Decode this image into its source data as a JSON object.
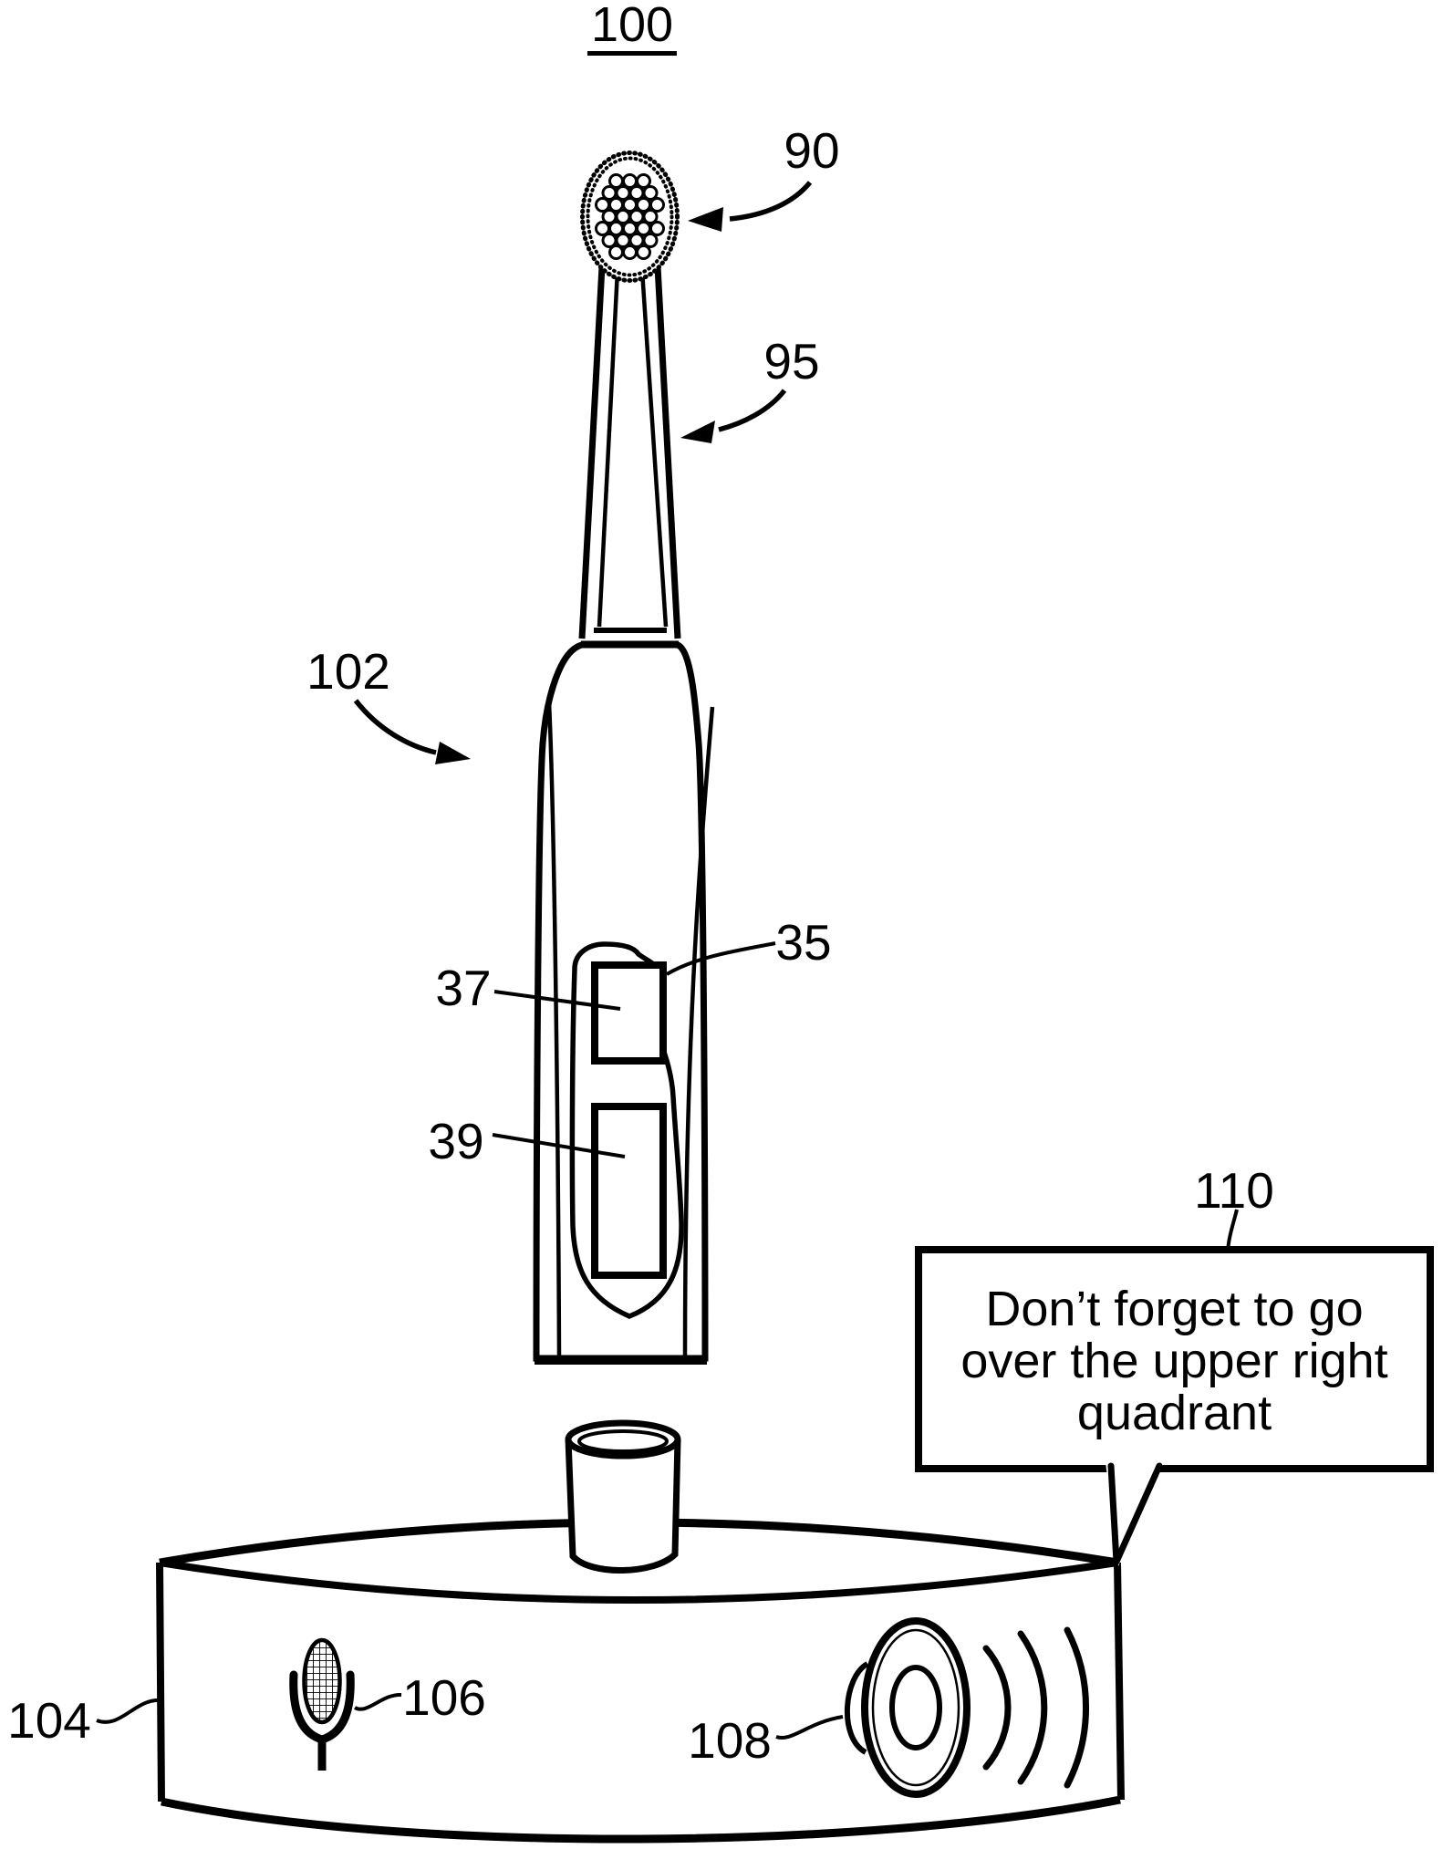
{
  "figure": {
    "number": "100",
    "ink": "#000000",
    "background": "#ffffff"
  },
  "labels": {
    "brush_head": "90",
    "neck": "95",
    "handle": "102",
    "panel": "35",
    "upper_button": "37",
    "lower_button": "39",
    "base": "104",
    "microphone": "106",
    "speaker": "108",
    "speech_bubble": "110"
  },
  "speech_bubble": {
    "lines": [
      "Don’t forget to go",
      "over the upper right",
      "quadrant"
    ]
  }
}
